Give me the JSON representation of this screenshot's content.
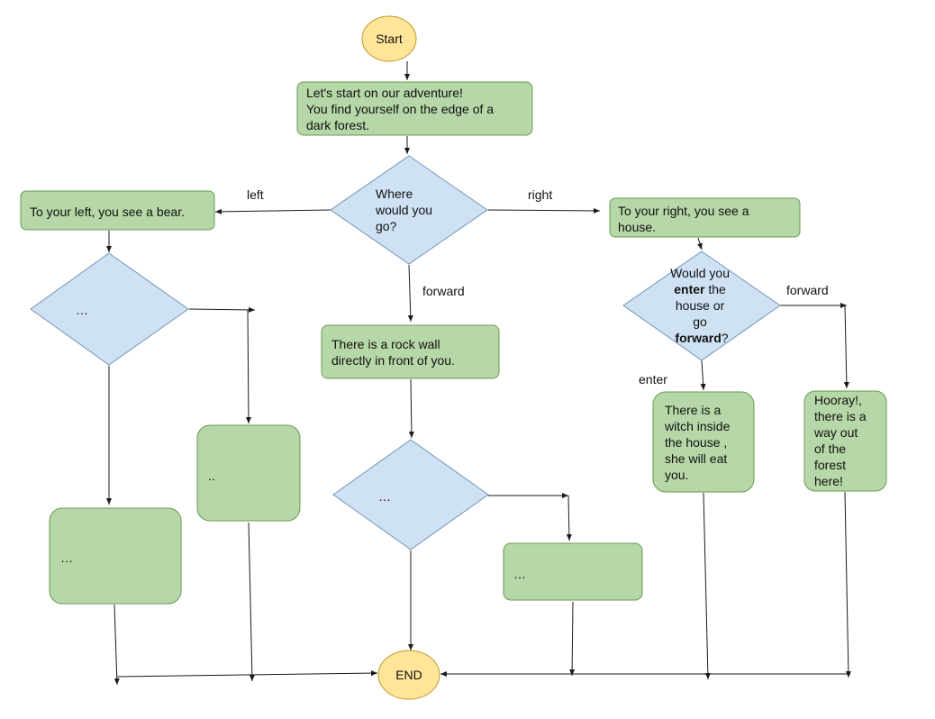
{
  "colors": {
    "terminal_fill": "#ffe599",
    "terminal_stroke": "#c29a2a",
    "process_fill": "#b6d7a8",
    "process_stroke": "#6b9a55",
    "decision_fill": "#cfe2f3",
    "decision_stroke": "#7394b5",
    "line": "#1a1a1a"
  },
  "start": {
    "label": "Start"
  },
  "end": {
    "label": "END"
  },
  "intro": {
    "line1": "Let's start on our adventure!",
    "line2": "You find yourself on the edge of a",
    "line3": "dark forest."
  },
  "choice": {
    "line1": "Where",
    "line2": "would you",
    "line3": "go?"
  },
  "edges": {
    "left": "left",
    "right": "right",
    "forward": "forward",
    "forward_house": "forward",
    "enter": "enter"
  },
  "left_branch": {
    "bear": "To your left, you see a bear.",
    "decision": "…",
    "box_a": "…",
    "box_b": ".."
  },
  "center_branch": {
    "line1": "There is a rock wall",
    "line2": "directly in front of you.",
    "decision": "…",
    "box": "…"
  },
  "right_branch": {
    "house_line1": "To your right, you see a",
    "house_line2": "house.",
    "q": {
      "line1": "Would you",
      "line2_bold": "enter",
      "line2_rest": " the",
      "line3": "house or",
      "line4": "go",
      "line5_bold": "forward",
      "line5_rest": "?"
    },
    "witch": {
      "line1": "There is a",
      "line2": "witch inside",
      "line3": "the house ,",
      "line4": "she will eat",
      "line5": "you."
    },
    "hooray": {
      "line1": "Hooray!,",
      "line2": "there is a",
      "line3": "way out",
      "line4": "of the",
      "line5": "forest",
      "line6": "here!"
    }
  }
}
